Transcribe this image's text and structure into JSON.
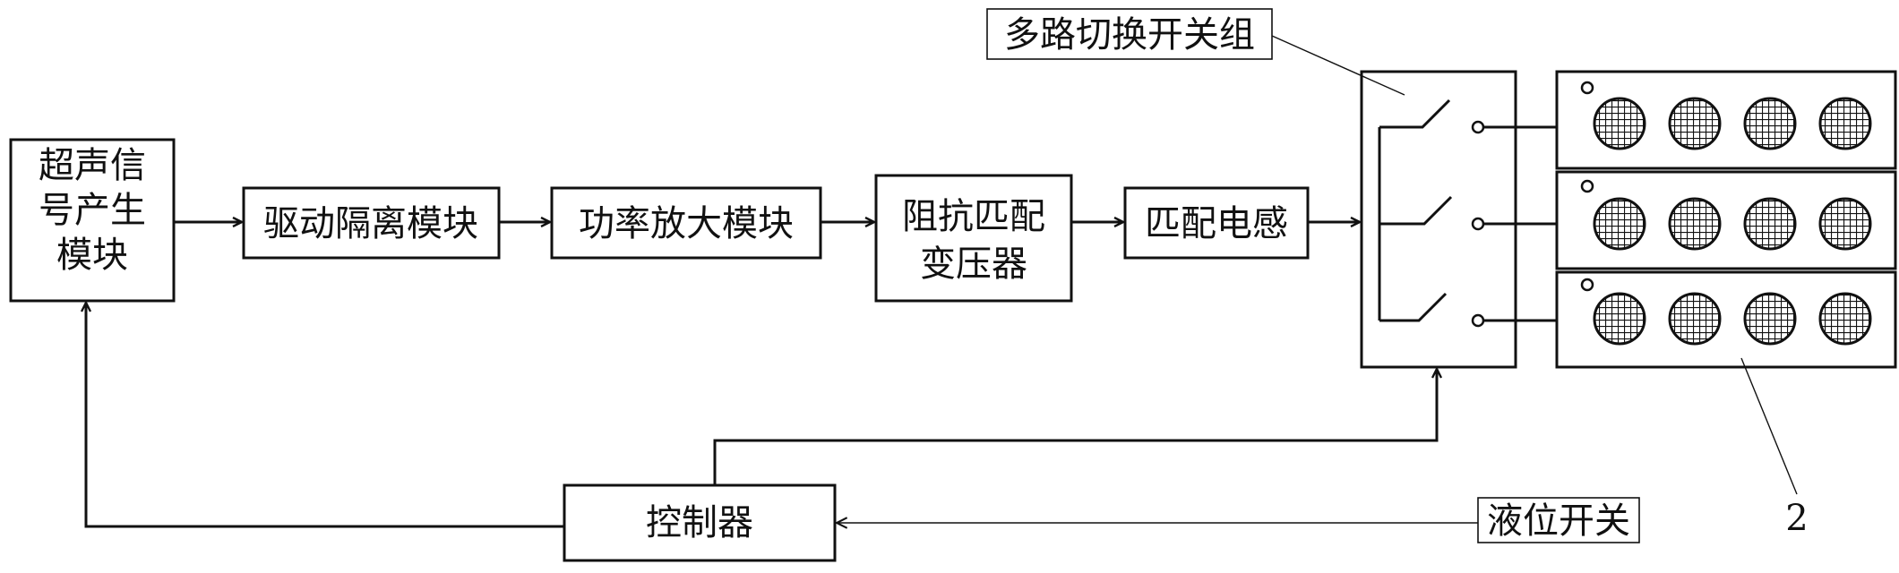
{
  "blocks": {
    "generator": [
      "超声信",
      "号产生",
      "模块"
    ],
    "driver": "驱动隔离模块",
    "amplifier": "功率放大模块",
    "transformer": [
      "阻抗匹配",
      "变压器"
    ],
    "inductor": "匹配电感",
    "controller": "控制器",
    "switch_group": "多路切换开关组",
    "level_switch": "液位开关",
    "transducer_label": "2"
  },
  "transducer_panel": {
    "rows": 3,
    "elements_per_row": 4
  },
  "colors": {
    "line": "#111111",
    "background": "#ffffff"
  }
}
